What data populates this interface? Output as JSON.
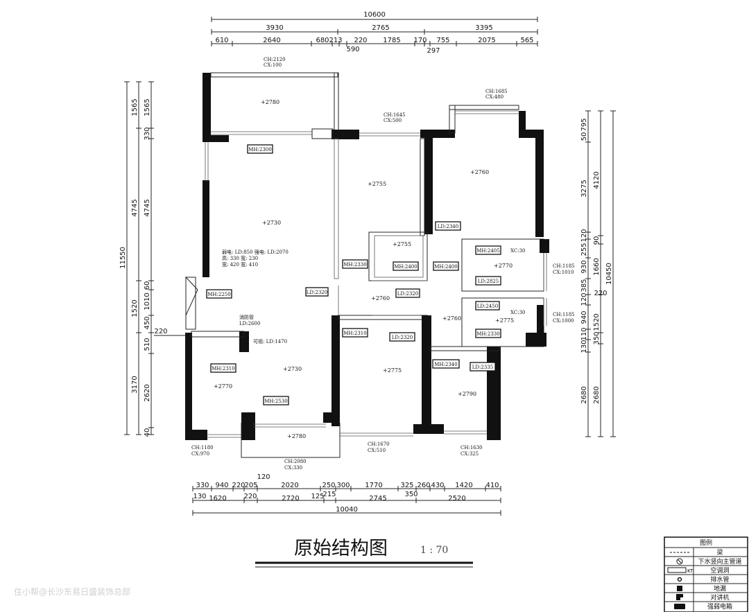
{
  "title": "原始结构图",
  "scale": "1 : 70",
  "watermark": "住小帮@长沙东易日盛装饰总部",
  "top_dims": {
    "overall": "10600",
    "row1": [
      "3930",
      "2765",
      "3395"
    ],
    "row2": [
      "610",
      "2640",
      "680",
      "213",
      "220",
      "1785",
      "170",
      "755",
      "2075",
      "565"
    ],
    "row3": [
      "590",
      "297"
    ]
  },
  "bottom_dims": {
    "row1": [
      "330",
      "940",
      "220",
      "205",
      "120",
      "2020",
      "250",
      "300",
      "1770",
      "325",
      "260",
      "430",
      "1420",
      "410"
    ],
    "row2": [
      "130",
      "1620",
      "220",
      "2720",
      "125",
      "215",
      "2745",
      "350",
      "2520"
    ],
    "overall": "10040"
  },
  "left_dims": {
    "overall": "11550",
    "col2": [
      "1565",
      "4745",
      "1520",
      "3170"
    ],
    "col3": [
      "1565",
      "330",
      "4745",
      "60",
      "1010",
      "450",
      "510",
      "2620",
      "40"
    ],
    "side": "220"
  },
  "right_dims": {
    "overall": "10450",
    "col1": [
      "50",
      "795",
      "3275",
      "120",
      "255",
      "930",
      "385",
      "120",
      "940",
      "110",
      "130",
      "2680"
    ],
    "col2": [
      "4120",
      "90",
      "1660",
      "220",
      "1520",
      "350",
      "2680"
    ]
  },
  "annotations": {
    "win_top_left": [
      "CH:2120",
      "CX:100"
    ],
    "win_top_mid": [
      "CH:1645",
      "CX:500"
    ],
    "win_top_right": [
      "CH:1685",
      "CX:480"
    ],
    "win_right_1": [
      "CH:1185",
      "CX:1010"
    ],
    "win_right_2": [
      "CH:1185",
      "CX:1000"
    ],
    "win_bot_left": [
      "CH:1180",
      "CX:970"
    ],
    "win_bot_mid1": [
      "CH:2080",
      "CX:330"
    ],
    "win_bot_mid2": [
      "CH:1670",
      "CX:510"
    ],
    "win_bot_right": [
      "CH:1630",
      "CX:325"
    ],
    "living_note": [
      "弱电: LD:850   强电: LD:2070",
      "高: 330       宽: 230",
      "宽: 420       宽: 410"
    ],
    "fire_pipe": [
      "消防管",
      "LD:2600"
    ],
    "visual_note": "可视: LD:1470",
    "xc_1": "XC:30",
    "xc_2": "XC:30"
  },
  "elevations": [
    "+2780",
    "+2730",
    "+2755",
    "+2760",
    "+2755",
    "+2760",
    "+2770",
    "+2760",
    "+2775",
    "+2775",
    "+2730",
    "+2770",
    "+2780",
    "+2790"
  ],
  "tags": [
    "MH:2300",
    "LD:2340",
    "MH:2330",
    "MH:2400",
    "MH:2400",
    "MH:2405",
    "LD:2825",
    "MH:2250",
    "LD:2320",
    "LD:2320",
    "LD:2450",
    "MH:2310",
    "LD:2320",
    "MH:2330",
    "MH:2340",
    "LD:2335",
    "MH:2310",
    "MH:2530"
  ],
  "legend": {
    "title": "图例",
    "items": [
      {
        "label": "梁",
        "symbol": "beam-line"
      },
      {
        "label": "下水竖向主管道",
        "symbol": "main-pipe"
      },
      {
        "label": "空调洞",
        "symbol": "ac-hole"
      },
      {
        "label": "排水管",
        "symbol": "drain-pipe"
      },
      {
        "label": "地漏",
        "symbol": "floor-drain"
      },
      {
        "label": "对讲机",
        "symbol": "intercom"
      },
      {
        "label": "强弱电箱",
        "symbol": "electric-box"
      }
    ]
  }
}
